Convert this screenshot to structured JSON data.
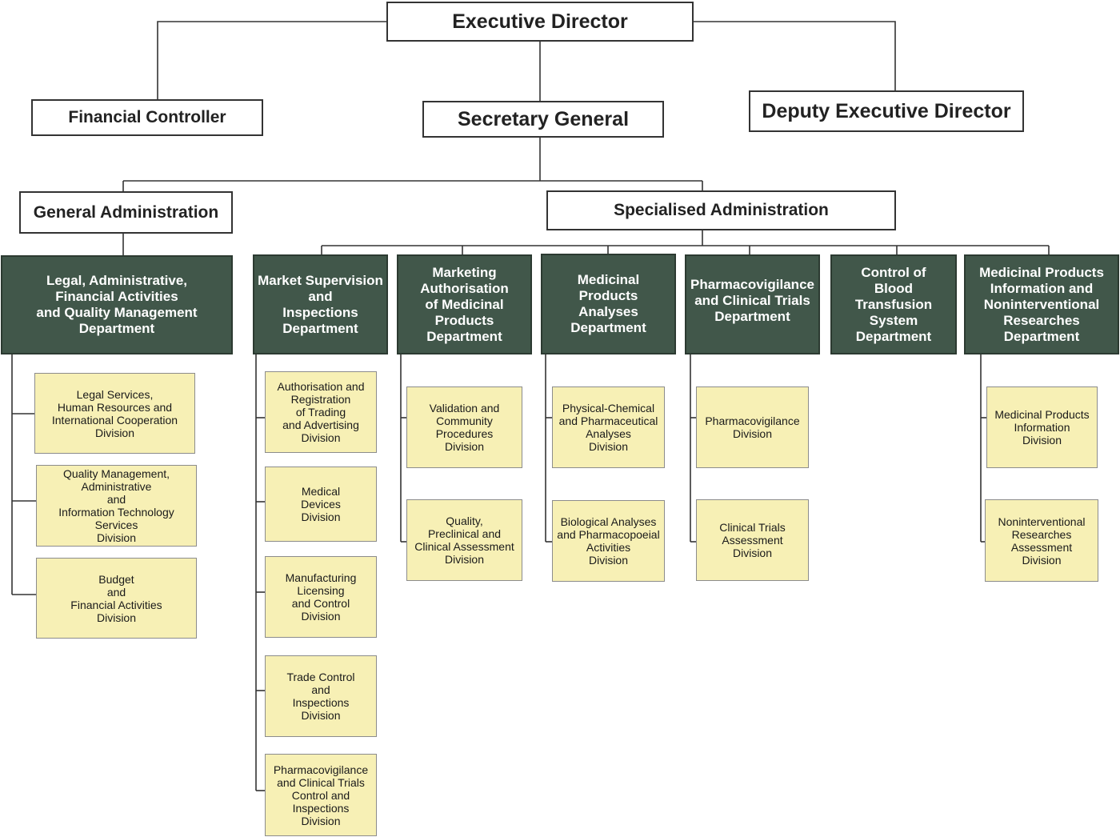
{
  "top": {
    "executive_director": "Executive Director",
    "financial_controller": "Financial Controller",
    "secretary_general": "Secretary General",
    "deputy_executive_director": "Deputy Executive Director"
  },
  "groups": {
    "general_administration": "General Administration",
    "specialised_administration": "Specialised Administration"
  },
  "departments": {
    "legal": "Legal, Administrative,\nFinancial Activities\nand Quality Management\nDepartment",
    "market": "Market Supervision\nand\nInspections\nDepartment",
    "marketing": "Marketing\nAuthorisation\nof Medicinal\nProducts\nDepartment",
    "analyses": "Medicinal\nProducts\nAnalyses\nDepartment",
    "pharmacovigilance": "Pharmacovigilance\nand Clinical Trials\nDepartment",
    "blood": "Control of\nBlood\nTransfusion\nSystem\nDepartment",
    "information": "Medicinal Products\nInformation and\nNoninterventional\nResearches\nDepartment"
  },
  "divisions": {
    "legal": [
      "Legal Services,\nHuman Resources and\nInternational Cooperation\nDivision",
      "Quality Management,\nAdministrative\nand\nInformation Technology\nServices\nDivision",
      "Budget\nand\nFinancial Activities\nDivision"
    ],
    "market": [
      "Authorisation and\nRegistration\nof Trading\nand Advertising\nDivision",
      "Medical\nDevices\nDivision",
      "Manufacturing\nLicensing\nand Control\nDivision",
      "Trade Control\nand\nInspections\nDivision",
      "Pharmacovigilance\nand Clinical Trials\nControl and\nInspections\nDivision"
    ],
    "marketing": [
      "Validation and\nCommunity\nProcedures\nDivision",
      "Quality,\nPreclinical and\nClinical Assessment\nDivision"
    ],
    "analyses": [
      "Physical-Chemical\nand Pharmaceutical\nAnalyses\nDivision",
      "Biological Analyses\nand Pharmacopoeial\nActivities\nDivision"
    ],
    "pharmacovigilance": [
      "Pharmacovigilance\nDivision",
      "Clinical Trials\nAssessment\nDivision"
    ],
    "information": [
      "Medicinal Products\nInformation\nDivision",
      "Noninterventional\nResearches\nAssessment\nDivision"
    ]
  },
  "colors": {
    "department_fill": "#41574a",
    "division_fill": "#f7f0b5",
    "line": "#333333"
  }
}
